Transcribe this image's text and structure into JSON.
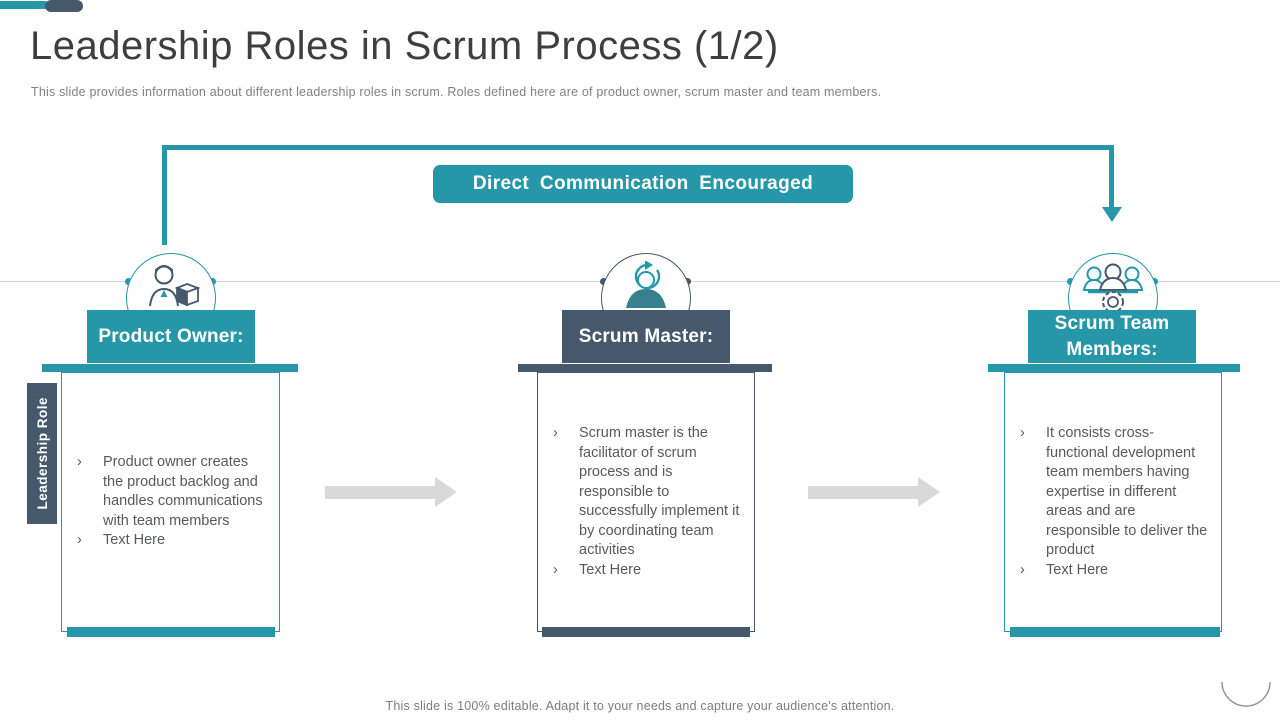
{
  "slide": {
    "title": "Leadership Roles in Scrum Process (1/2)",
    "subtitle": "This slide provides information about different leadership roles in scrum. Roles defined here are of product owner, scrum master and team members.",
    "footer": "This slide is 100% editable. Adapt it to your needs and capture your audience's attention.",
    "side_label": "Leadership Role",
    "bullet_marker": "›"
  },
  "flow": {
    "banner_label": "Direct Communication Encouraged"
  },
  "colors": {
    "teal": "#2597a9",
    "slate": "#45586c",
    "arrow_gray": "#d9d9d9",
    "text_gray": "#58595b"
  },
  "columns": [
    {
      "title": "Product Owner:",
      "icon": "product-owner-icon",
      "accent": "teal",
      "bullets": [
        "Product owner creates the product backlog and handles communications with team members",
        "Text Here"
      ]
    },
    {
      "title": "Scrum Master:",
      "icon": "scrum-master-icon",
      "accent": "slate",
      "bullets": [
        "Scrum master is the facilitator of scrum process and is responsible to successfully implement it by coordinating team activities",
        "Text Here"
      ]
    },
    {
      "title": "Scrum Team Members:",
      "icon": "scrum-team-icon",
      "accent": "teal",
      "bullets": [
        "It consists cross-functional development team members having expertise in different areas and are responsible to deliver the product",
        "Text Here"
      ]
    }
  ]
}
